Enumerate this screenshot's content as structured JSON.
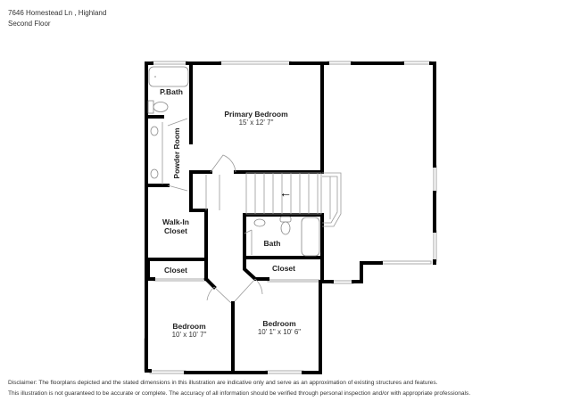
{
  "header": {
    "address": "7646 Homestead Ln , Highland",
    "floor": "Second Floor"
  },
  "rooms": {
    "p_bath": {
      "label": "P.Bath"
    },
    "powder_room": {
      "label": "Powder Room"
    },
    "primary_bedroom": {
      "label": "Primary Bedroom",
      "dimensions": "15' x 12' 7\""
    },
    "walk_in_closet": {
      "label_line1": "Walk-In",
      "label_line2": "Closet"
    },
    "bath": {
      "label": "Bath"
    },
    "closet_left": {
      "label": "Closet"
    },
    "closet_right": {
      "label": "Closet"
    },
    "bedroom_left": {
      "label": "Bedroom",
      "dimensions": "10' x 10' 7\""
    },
    "bedroom_right": {
      "label": "Bedroom",
      "dimensions": "10' 1\" x 10' 6\""
    }
  },
  "stairs": {
    "direction_icon": "arrow-left-icon",
    "arrow_glyph": "←"
  },
  "disclaimer": {
    "line1": "Disclaimer: The floorplans depicted and the stated dimensions in this illustration are indicative only and serve as an approximation of existing structures and features.",
    "line2": "This illustration is not guaranteed to be accurate or complete. The accuracy of all information should be verified through personal inspection and/or with appropriate professionals."
  },
  "colors": {
    "wall": "#000000",
    "window": "#aaaaaa",
    "background": "#ffffff"
  }
}
